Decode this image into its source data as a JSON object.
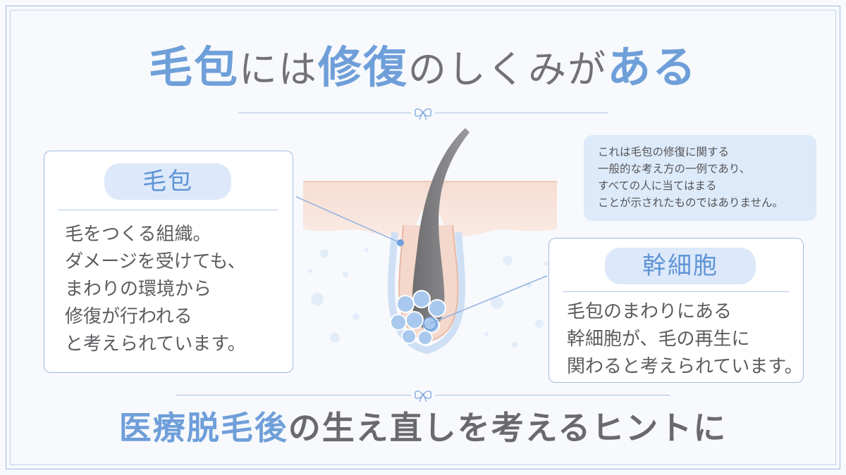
{
  "title": {
    "part1": "毛包",
    "part2": "には",
    "part3": "修復",
    "part4": "のしくみが",
    "part5": "ある"
  },
  "follicle_box": {
    "label": "毛包",
    "lines": [
      "毛をつくる組織。",
      "ダメージを受けても、",
      "まわりの環境から",
      "修復が行われる",
      "と考えられています。"
    ]
  },
  "stem_cell_box": {
    "label": "幹細胞",
    "lines": [
      "毛包のまわりにある",
      "幹細胞が、毛の再生に",
      "関わると考えられています。"
    ]
  },
  "note": {
    "lines": [
      "これは毛包の修復に関する",
      "一般的な考え方の一例であり、",
      "すべての人に当てはまる",
      "ことが示されたものではありません。"
    ]
  },
  "bottom_text": {
    "blue": "医療脱毛後",
    "gray": "の生え直しを考えるヒントに"
  },
  "colors": {
    "accent": "#6f9fd9",
    "frame": "#9fbbe2",
    "pill_bg": "#dde9fa",
    "text": "#5c5c60"
  },
  "icons": [
    "ribbon-bow-icon"
  ]
}
